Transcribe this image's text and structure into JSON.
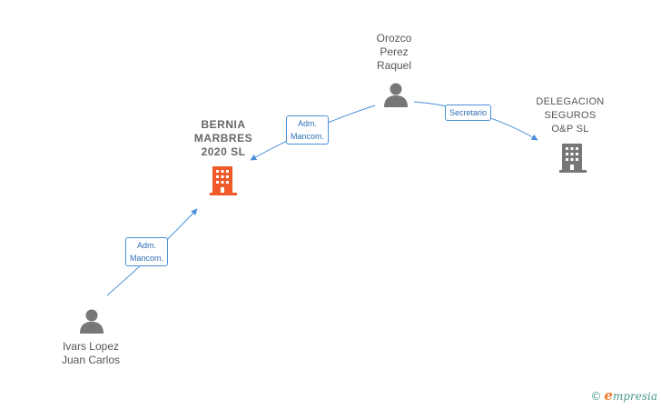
{
  "nodes": {
    "orozco": {
      "lines": [
        "Orozco",
        "Perez",
        "Raquel"
      ],
      "type": "person"
    },
    "bernia": {
      "lines": [
        "BERNIA",
        "MARBRES",
        "2020  SL"
      ],
      "type": "company",
      "color": "#f05a28"
    },
    "delegacion": {
      "lines": [
        "DELEGACION",
        "SEGUROS",
        "O&P  SL"
      ],
      "type": "company",
      "color": "#777777"
    },
    "ivars": {
      "lines": [
        "Ivars Lopez",
        "Juan Carlos"
      ],
      "type": "person"
    }
  },
  "edges": {
    "orozco_bernia": {
      "lines": [
        "Adm.",
        "Mancom."
      ]
    },
    "orozco_delegacion": {
      "lines": [
        "Secretario"
      ]
    },
    "ivars_bernia": {
      "lines": [
        "Adm.",
        "Mancom."
      ]
    }
  },
  "brand": {
    "copyright": "©",
    "initial": "e",
    "rest": "mpresia"
  },
  "colors": {
    "edge": "#4a90d9",
    "person": "#777777",
    "accent": "#f05a28"
  }
}
